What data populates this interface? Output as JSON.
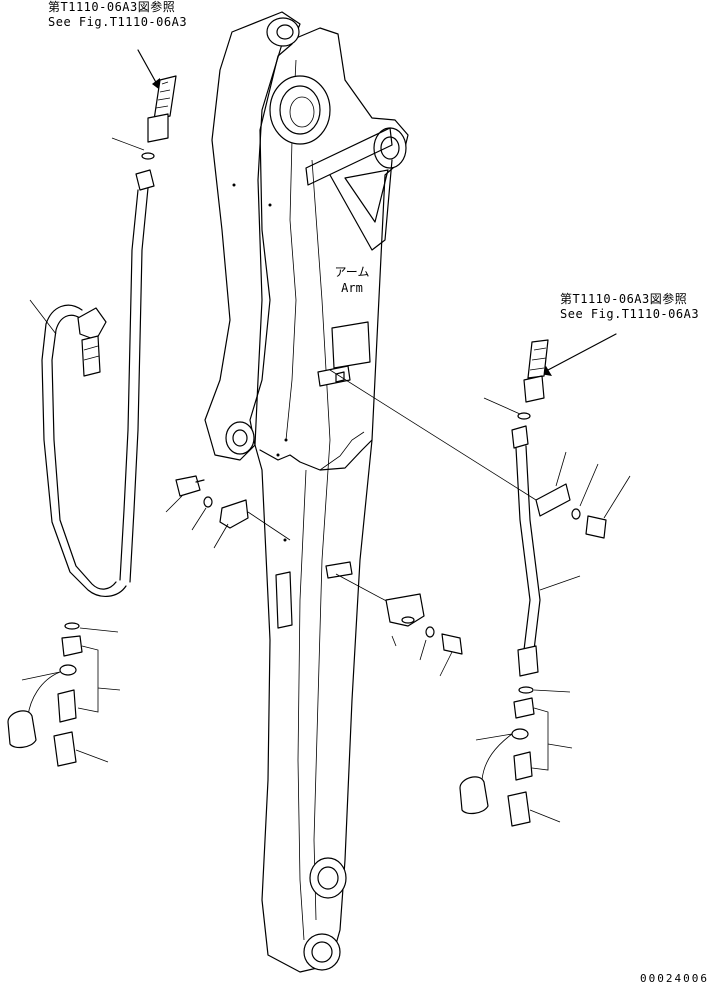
{
  "references": {
    "top_left": {
      "line1": "第T1110-06A3図参照",
      "line2": "See Fig.T1110-06A3"
    },
    "right": {
      "line1": "第T1110-06A3図参照",
      "line2": "See Fig.T1110-06A3"
    }
  },
  "arm": {
    "label_jp": "アーム",
    "label_en": "Arm"
  },
  "document_id": "00024006",
  "icons": {
    "reference_arrow": "arrow-icon"
  }
}
